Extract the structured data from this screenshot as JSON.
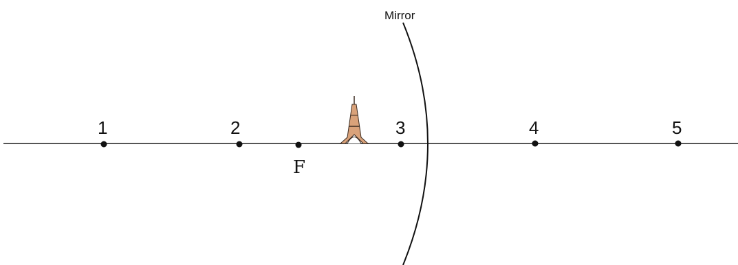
{
  "diagram": {
    "mirror_label": "Mirror",
    "focal_label": "F",
    "points": [
      {
        "label": "1"
      },
      {
        "label": "2"
      },
      {
        "label": "3"
      },
      {
        "label": "4"
      },
      {
        "label": "5"
      }
    ],
    "object_icon": "eiffel-tower-icon",
    "colors": {
      "line": "#555555",
      "dot": "#111111",
      "tower": "#d9a27a",
      "tower_outline": "#3a2a20"
    }
  }
}
